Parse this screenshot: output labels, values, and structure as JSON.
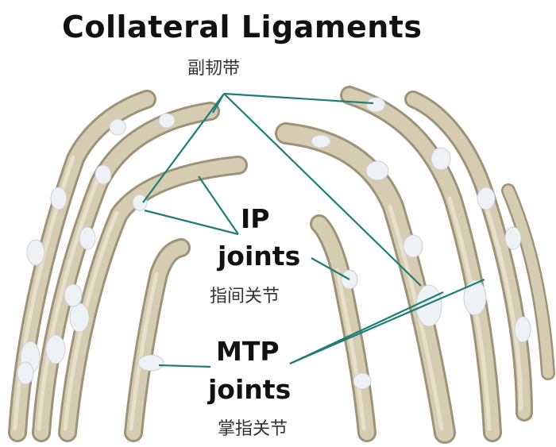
{
  "title": "Collateral Ligaments",
  "labels": {
    "collateral_cn": "副韧带",
    "ip_line1": "IP",
    "ip_line2": "joints",
    "ip_cn": "指间关节",
    "mtp_line1": "MTP",
    "mtp_line2": "joints",
    "mtp_cn": "掌指关节"
  },
  "colors": {
    "background": "#ffffff",
    "bone": "#cfc5ab",
    "bone_shadow": "#9d9378",
    "ligament": "#eef2f5",
    "pointer_line": "#1f7d78",
    "text": "#111111"
  }
}
